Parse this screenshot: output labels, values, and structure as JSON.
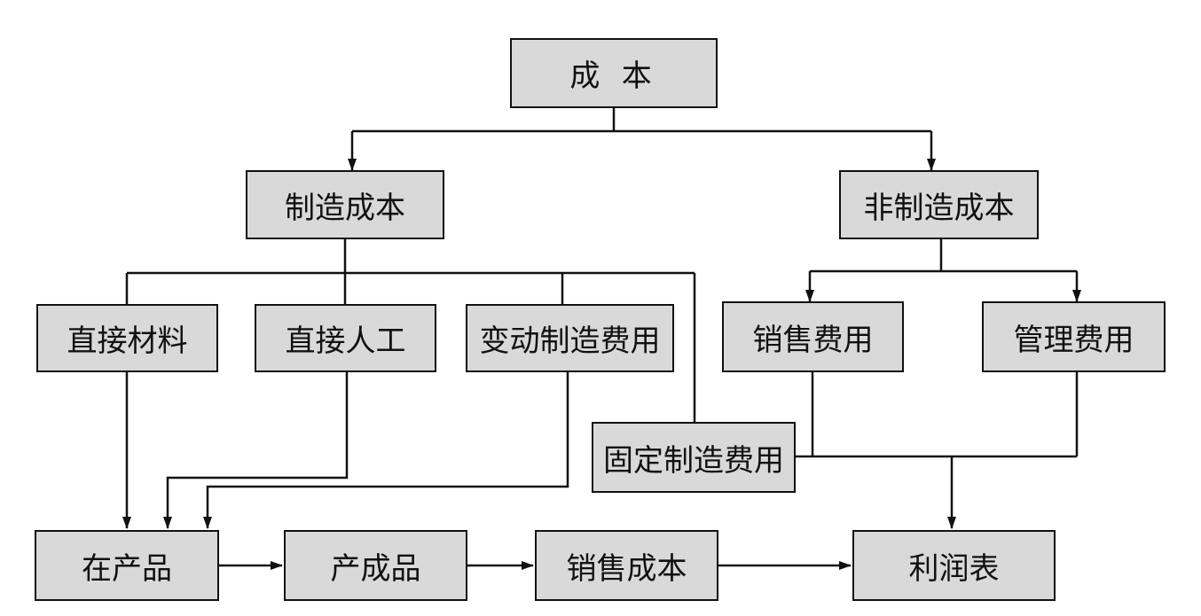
{
  "nodes": {
    "cost": "成  本",
    "manufacturing_cost": "制造成本",
    "non_manufacturing_cost": "非制造成本",
    "direct_materials": "直接材料",
    "direct_labor": "直接人工",
    "variable_overhead": "变动制造费用",
    "fixed_overhead": "固定制造费用",
    "selling_expense": "销售费用",
    "admin_expense": "管理费用",
    "work_in_process": "在产品",
    "finished_goods": "产成品",
    "cost_of_sales": "销售成本",
    "income_statement": "利润表"
  },
  "colors": {
    "box_fill": "#d9d9d9",
    "line": "#111111"
  }
}
